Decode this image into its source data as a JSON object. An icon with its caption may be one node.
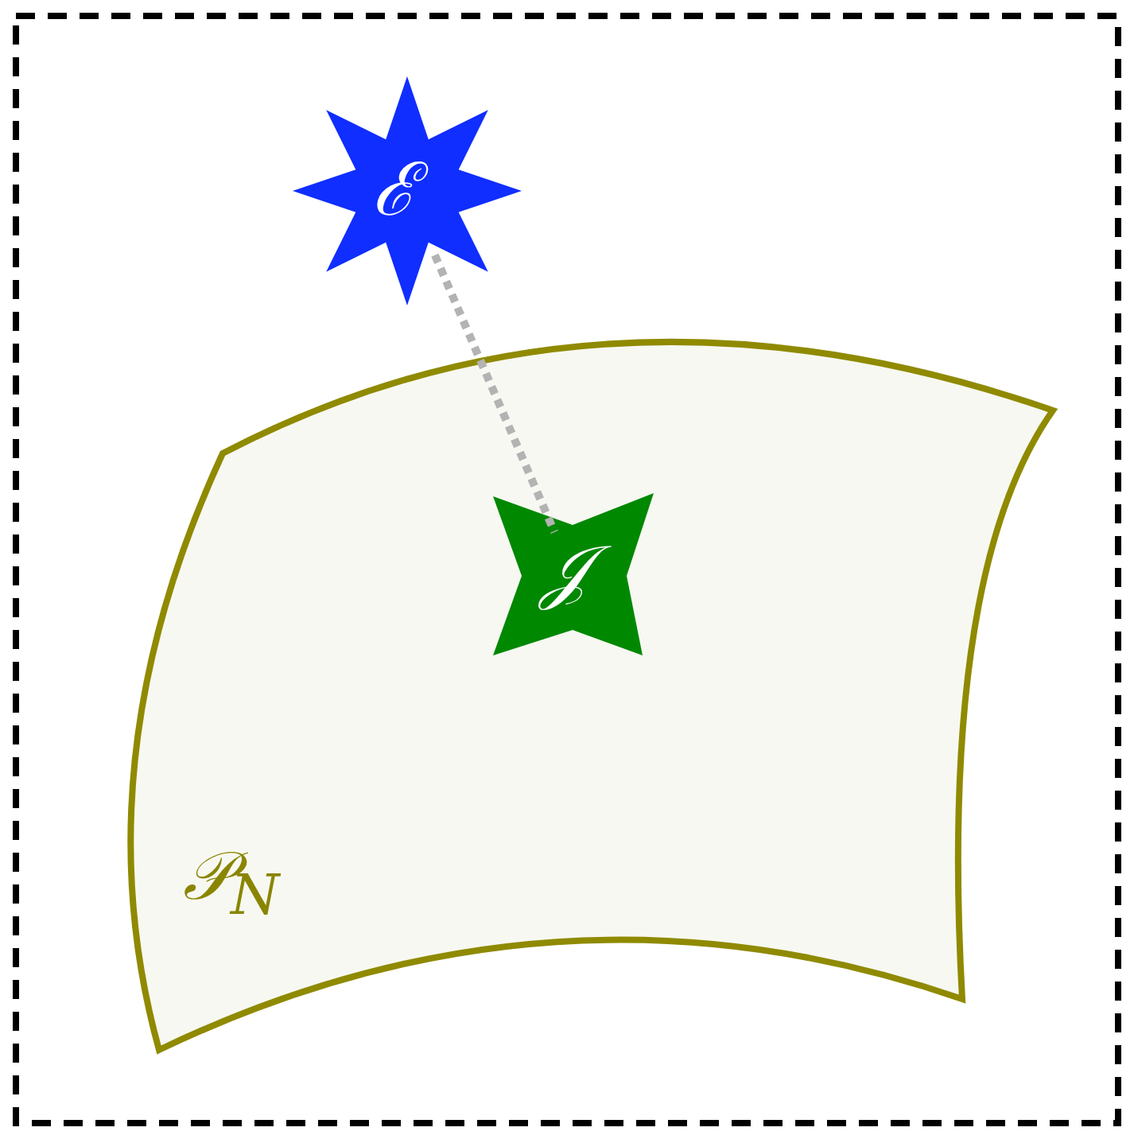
{
  "diagram": {
    "nodes": [
      {
        "text": [
          "ℰ"
        ]
      },
      {
        "text": [
          "𝒫$_{N}$"
        ]
      },
      {
        "text": [
          "𝒥"
        ],
        "in": 1
      }
    ],
    "edges": [
      {
        "from": 0,
        "to": 2,
        "arrow": "none",
        "style": "dashed",
        "color": "#b3b3b3"
      }
    ]
  }
}
